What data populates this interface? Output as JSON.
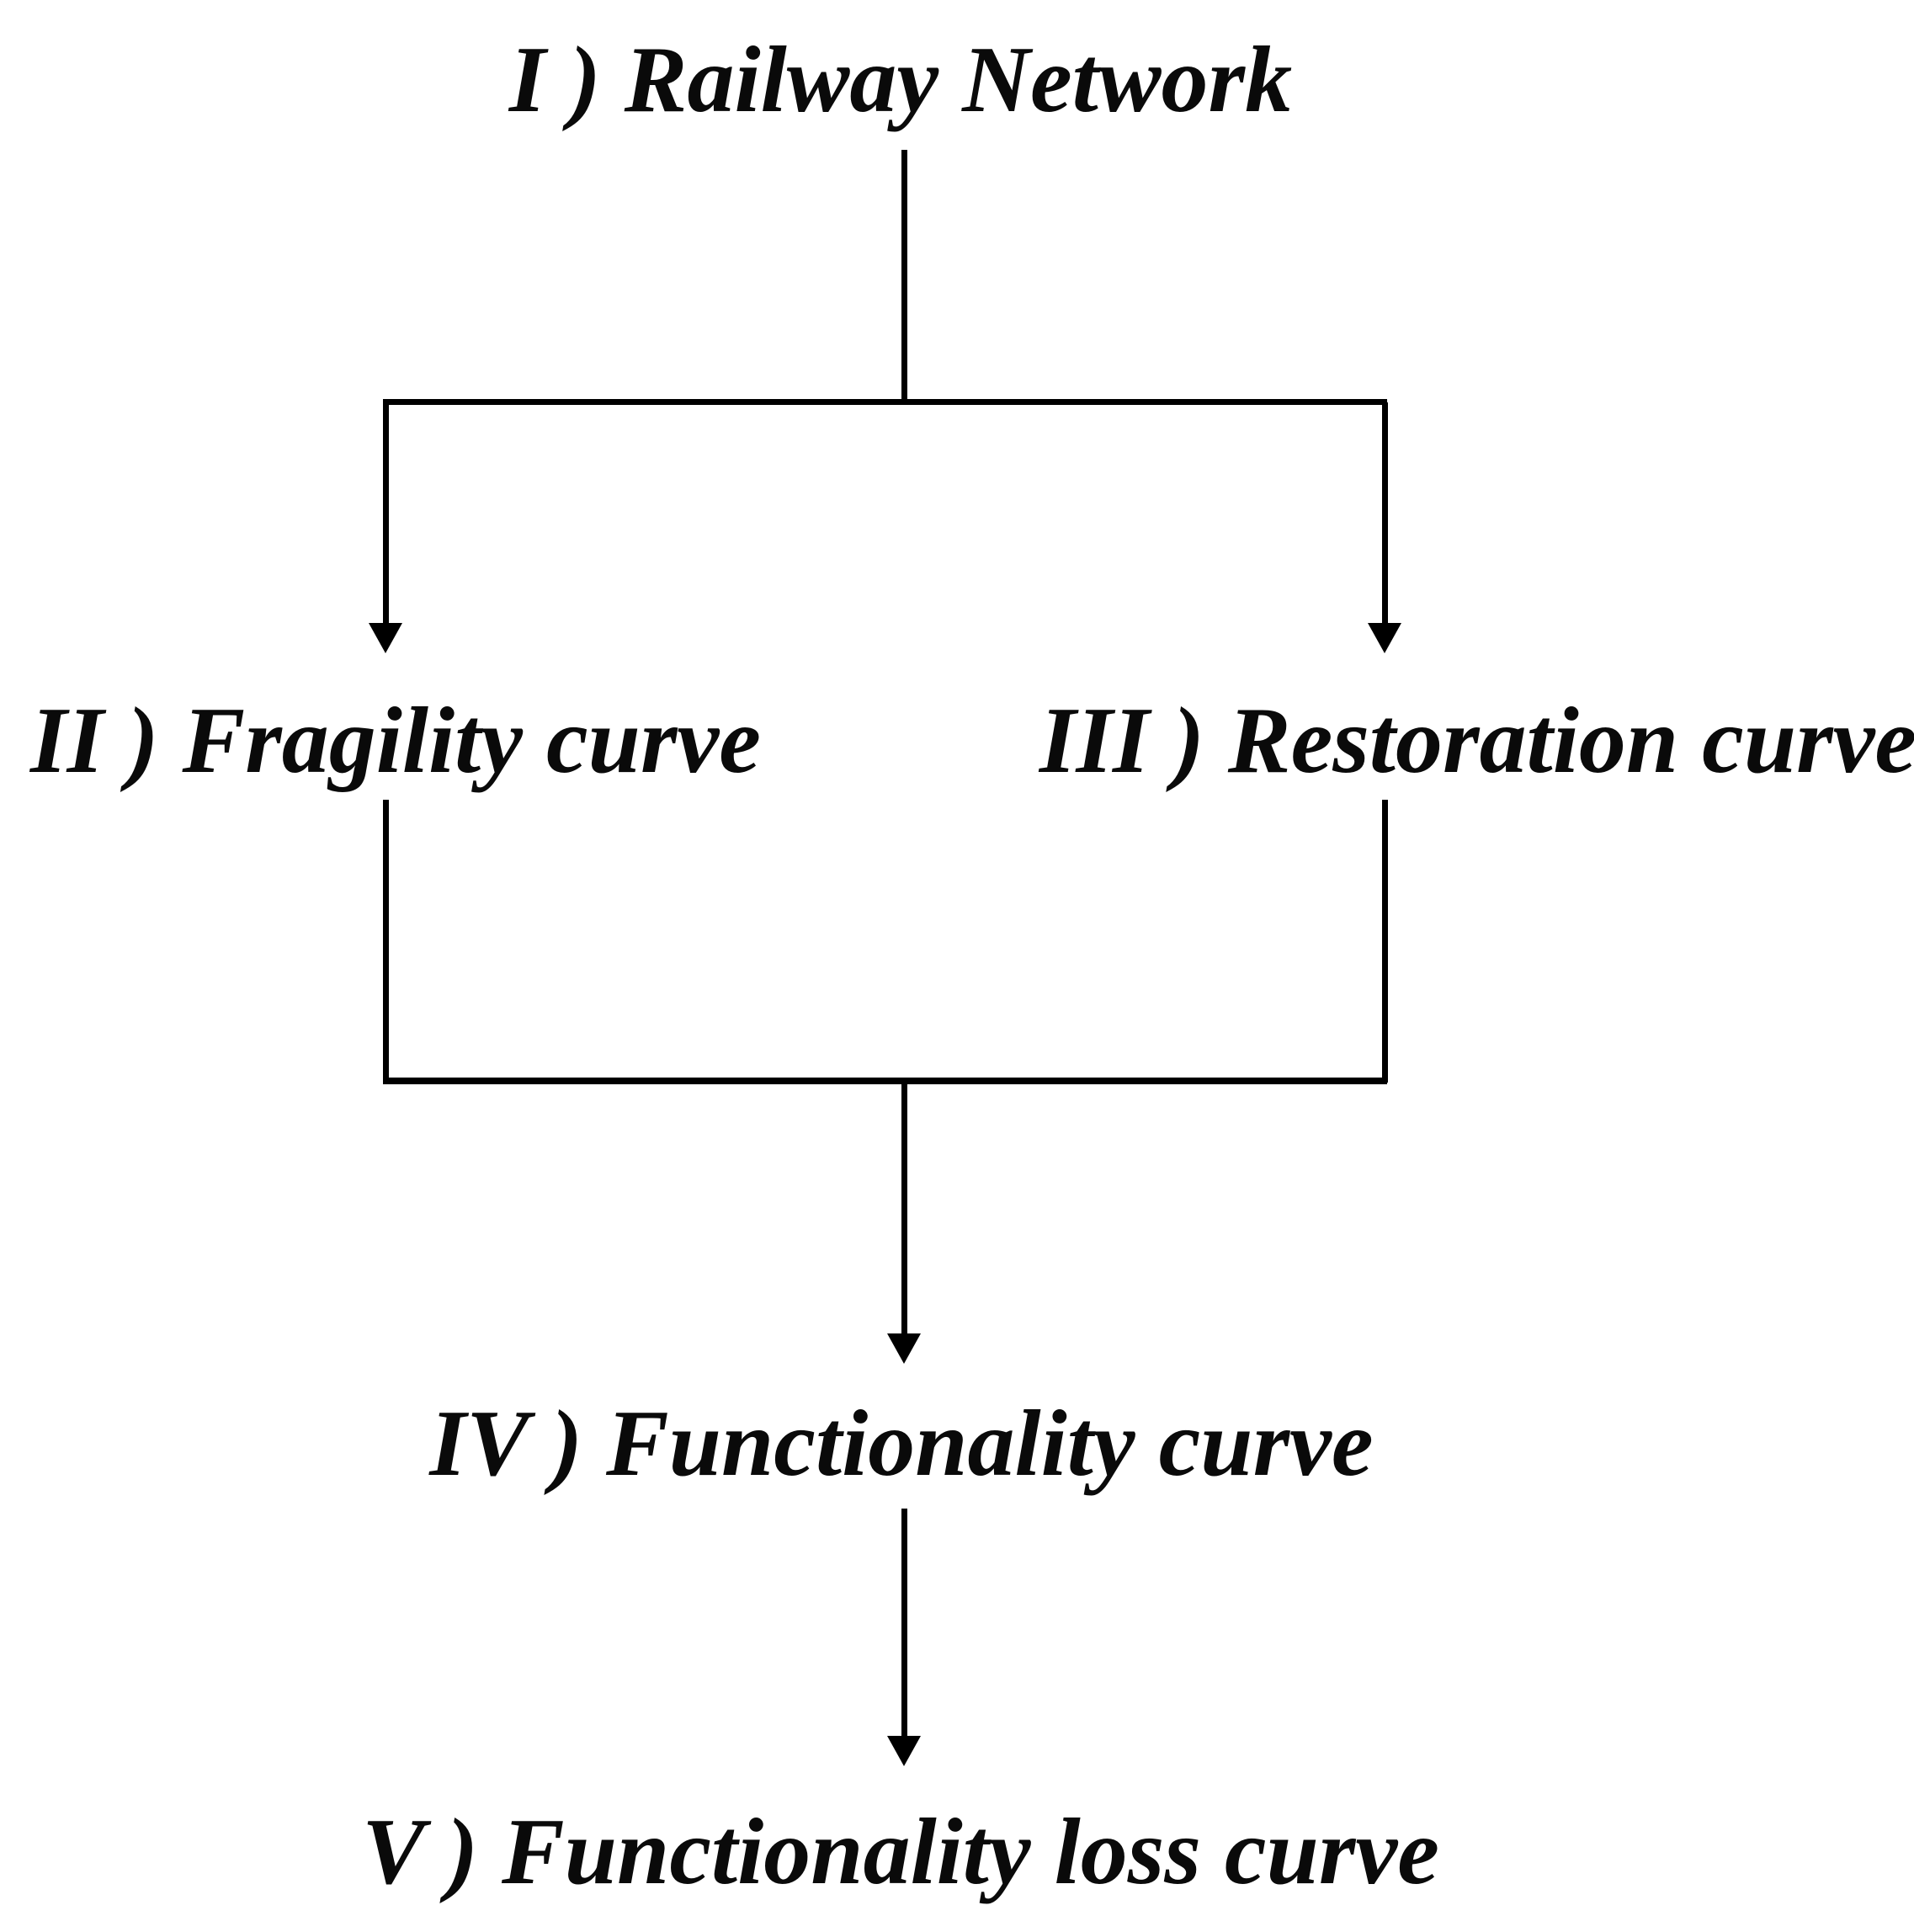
{
  "diagram": {
    "type": "flowchart",
    "background_color": "#ffffff",
    "line_color": "#000000",
    "text_color": "#0a0a0a",
    "nodes": [
      {
        "id": "railway-network",
        "label": "I ) Railway Network"
      },
      {
        "id": "fragility-curve",
        "label": "II ) Fragility curve"
      },
      {
        "id": "restoration-curve",
        "label": "III ) Restoration curve"
      },
      {
        "id": "functionality-curve",
        "label": "IV ) Functionality curve"
      },
      {
        "id": "functionality-loss-curve",
        "label": "V ) Functionality loss curve"
      }
    ],
    "edges": [
      {
        "from": "railway-network",
        "to": "fragility-curve",
        "arrow": true
      },
      {
        "from": "railway-network",
        "to": "restoration-curve",
        "arrow": true
      },
      {
        "from": "fragility-curve",
        "to": "functionality-curve",
        "arrow": true
      },
      {
        "from": "restoration-curve",
        "to": "functionality-curve",
        "arrow": true
      },
      {
        "from": "functionality-curve",
        "to": "functionality-loss-curve",
        "arrow": true
      }
    ]
  }
}
